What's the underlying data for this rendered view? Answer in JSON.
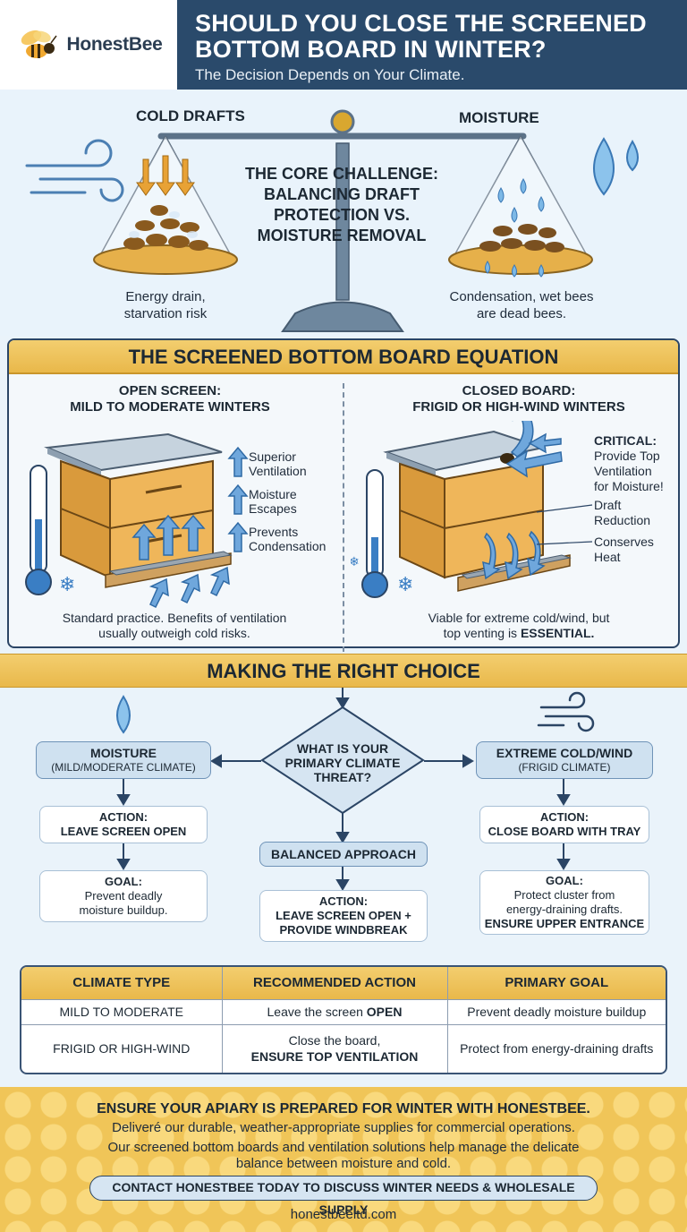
{
  "brand": {
    "name": "HonestBee"
  },
  "header": {
    "title_line1": "SHOULD YOU CLOSE THE SCREENED",
    "title_line2": "BOTTOM BOARD IN WINTER?",
    "subtitle": "The Decision Depends on Your Climate."
  },
  "scale": {
    "left_label": "COLD DRAFTS",
    "right_label": "MOISTURE",
    "core_line1": "THE CORE CHALLENGE:",
    "core_line2": "BALANCING DRAFT",
    "core_line3": "PROTECTION VS.",
    "core_line4": "MOISTURE REMOVAL",
    "left_caption_1": "Energy drain,",
    "left_caption_2": "starvation risk",
    "right_caption_1": "Condensation, wet bees",
    "right_caption_2": "are dead bees."
  },
  "equation": {
    "banner": "THE SCREENED BOTTOM BOARD EQUATION",
    "open": {
      "head_1": "OPEN SCREEN:",
      "head_2": "MILD TO MODERATE WINTERS",
      "items": [
        [
          "Superior",
          "Ventilation"
        ],
        [
          "Moisture",
          "Escapes"
        ],
        [
          "Prevents",
          "Condensation"
        ]
      ],
      "caption_1": "Standard practice. Benefits of ventilation",
      "caption_2": "usually outweigh cold risks."
    },
    "closed": {
      "head_1": "CLOSED BOARD:",
      "head_2": "FRIGID OR HIGH-WIND WINTERS",
      "critical_1": "CRITICAL:",
      "critical_2": "Provide Top",
      "critical_3": "Ventilation",
      "critical_4": "for Moisture!",
      "items": [
        [
          "Draft",
          "Reduction"
        ],
        [
          "Conserves",
          "Heat"
        ]
      ],
      "caption_1": "Viable for extreme cold/wind, but",
      "caption_2a": "top venting is ",
      "caption_2b": "ESSENTIAL."
    }
  },
  "choice": {
    "banner": "MAKING THE RIGHT CHOICE",
    "question_1": "WHAT IS YOUR",
    "question_2": "PRIMARY CLIMATE",
    "question_3": "THREAT?",
    "left": {
      "title": "MOISTURE",
      "sub": "(MILD/MODERATE CLIMATE)",
      "action_1": "ACTION:",
      "action_2": "LEAVE SCREEN OPEN",
      "goal_1": "GOAL:",
      "goal_2": "Prevent deadly",
      "goal_3": "moisture buildup."
    },
    "middle": {
      "title": "BALANCED APPROACH",
      "action_1": "ACTION:",
      "action_2": "LEAVE SCREEN OPEN +",
      "action_3": "PROVIDE WINDBREAK"
    },
    "right": {
      "title": "EXTREME COLD/WIND",
      "sub": "(FRIGID CLIMATE)",
      "action_1": "ACTION:",
      "action_2": "CLOSE BOARD WITH TRAY",
      "goal_1": "GOAL:",
      "goal_2": "Protect cluster from",
      "goal_3": "energy-draining drafts.",
      "goal_4": "ENSURE UPPER ENTRANCE"
    }
  },
  "table": {
    "headers": [
      "CLIMATE TYPE",
      "RECOMMENDED ACTION",
      "PRIMARY GOAL"
    ],
    "row1": {
      "type": "MILD TO MODERATE",
      "action_a": "Leave the screen ",
      "action_b": "OPEN",
      "goal": "Prevent deadly moisture buildup"
    },
    "row2": {
      "type": "FRIGID OR HIGH-WIND",
      "action_a": "Close the board,",
      "action_b": "ENSURE TOP VENTILATION",
      "goal": "Protect from energy-draining drafts"
    }
  },
  "footer": {
    "title": "ENSURE YOUR APIARY IS PREPARED FOR WINTER WITH HONESTBEE.",
    "line1": "Deliveré our durable, weather-appropriate supplies for commercial operations.",
    "line2": "Our screened bottom boards and ventilation solutions help manage the delicate",
    "line3": "balance between moisture and cold.",
    "cta": "CONTACT HONESTBEE TODAY TO DISCUSS WINTER NEEDS & WHOLESALE SUPPLY",
    "url": "honestbeeltd.com"
  },
  "colors": {
    "navy": "#2a4a6b",
    "gold": "#e9b84a",
    "sky": "#e9f3fb",
    "arrow_blue": "#4a8fd0"
  }
}
